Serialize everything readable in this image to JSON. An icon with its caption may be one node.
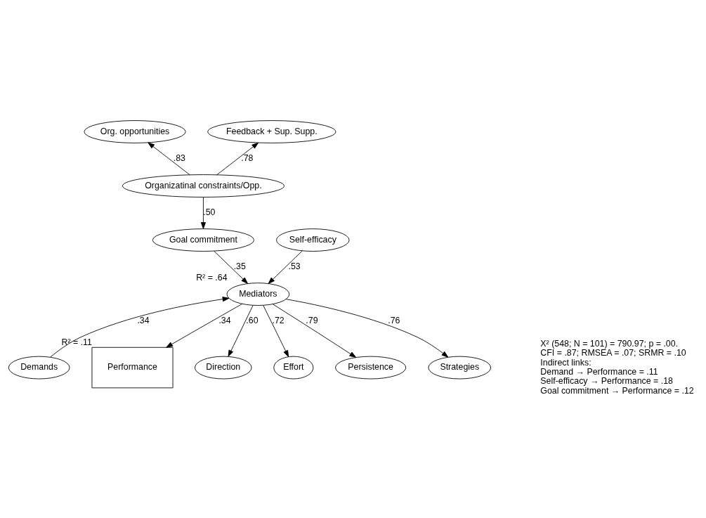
{
  "diagram": {
    "nodes": [
      {
        "text": [
          "Org. opportunities"
        ]
      },
      {
        "text": [
          "Feedback + Sup. Supp."
        ]
      },
      {
        "text": [
          "Organizatinal constraints/Opp."
        ]
      },
      {
        "text": [
          "Self-efficacy"
        ]
      },
      {
        "text": [
          "Goal commitment"
        ]
      },
      {
        "text": [
          "Demands"
        ]
      },
      {
        "text": [
          "Performance"
        ],
        "beside": [
          "R² = .11"
        ]
      },
      {
        "text": [
          "Mediators"
        ],
        "beside": [
          "R² = .64"
        ]
      },
      {
        "text": [
          "Direction"
        ]
      },
      {
        "text": [
          "Effort"
        ]
      },
      {
        "text": [
          "Persistence"
        ]
      },
      {
        "text": [
          "Strategies"
        ]
      }
    ],
    "edges": [
      {
        "from": 2,
        "to": 0,
        "arrow": "to",
        "label": ".83"
      },
      {
        "from": 2,
        "to": 1,
        "arrow": "to",
        "label": ".78"
      },
      {
        "from": 2,
        "to": 4,
        "arrow": "to",
        "label": ".50"
      },
      {
        "from": 3,
        "to": 7,
        "arrow": "to",
        "label": ".53"
      },
      {
        "from": 4,
        "to": 7,
        "arrow": "to",
        "label": ".35"
      },
      {
        "from": 5,
        "to": 7,
        "arrow": "to",
        "label": ".34"
      },
      {
        "from": 7,
        "to": 6,
        "arrow": "to",
        "label": ".34"
      },
      {
        "from": 7,
        "to": 8,
        "arrow": "to",
        "label": ".60"
      },
      {
        "from": 7,
        "to": 9,
        "arrow": "to",
        "label": ".72"
      },
      {
        "from": 7,
        "to": 10,
        "arrow": "to",
        "label": ".79"
      },
      {
        "from": 7,
        "to": 11,
        "arrow": "to",
        "label": ".76"
      }
    ],
    "labels": [
      "X² (548; N = 101) = 790.97; p = .00.",
      "CFI = .87; RMSEA = .07; SRMR = .10",
      "Indirect links:",
      "Demand → Performance = .11",
      "Self-efficacy → Performance = .18",
      "Goal commitment → Performance = .12"
    ]
  }
}
